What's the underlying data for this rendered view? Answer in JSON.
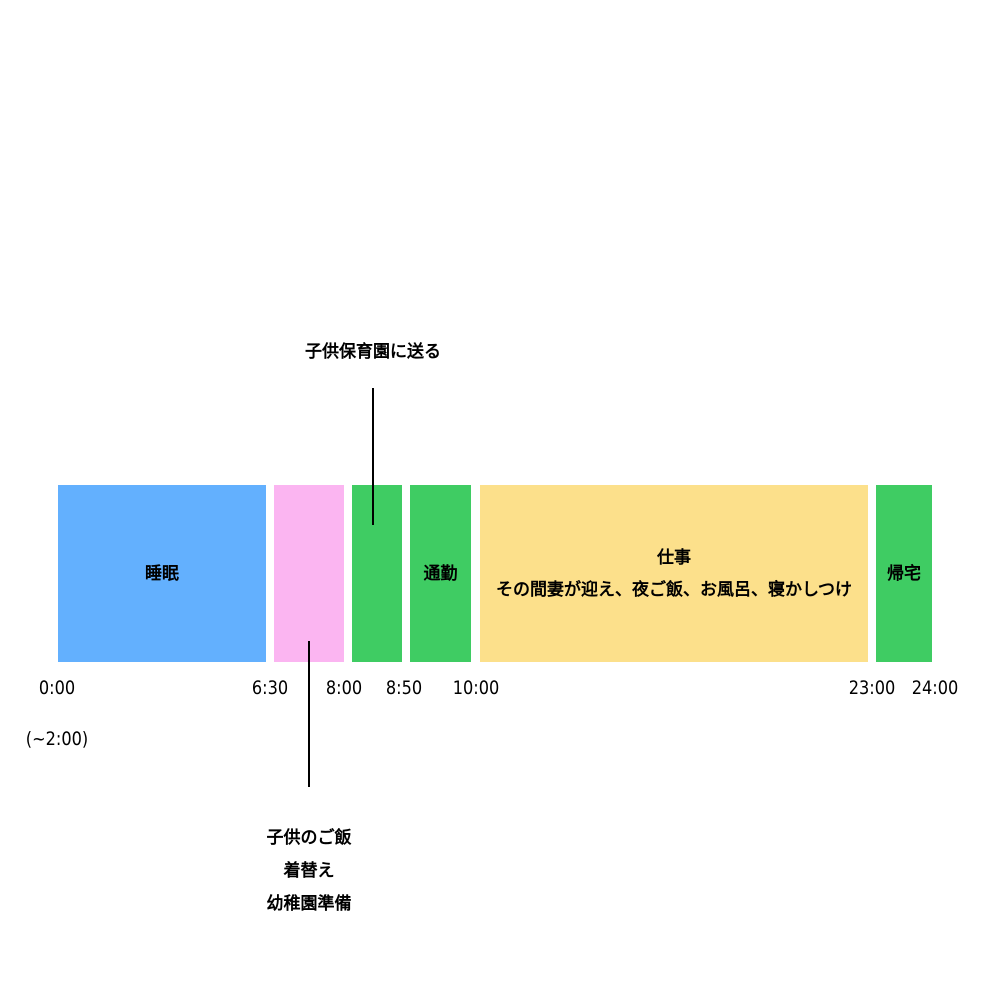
{
  "blocks": [
    {
      "id": "sleep",
      "label": "睡眠",
      "color": "#63b0fe"
    },
    {
      "id": "kid-prep",
      "label": "",
      "color": "#fbb5f1"
    },
    {
      "id": "drop-off",
      "label": "",
      "color": "#3fcc63"
    },
    {
      "id": "commute-am",
      "label": "通勤",
      "color": "#3fcc63"
    },
    {
      "id": "work",
      "line1": "仕事",
      "line2": "その間妻が迎え、夜ご飯、お風呂、寝かしつけ",
      "color": "#fce08b"
    },
    {
      "id": "home",
      "label": "帰宅",
      "color": "#3fcc63"
    }
  ],
  "ticks": [
    "0:00",
    "6:30",
    "8:00",
    "8:50",
    "10:00",
    "23:00",
    "24:00"
  ],
  "tick_sub": "(~2:00)",
  "callouts": {
    "top": {
      "text": "子供保育園に送る"
    },
    "bottom": {
      "line1": "子供のご飯",
      "line2": "着替え",
      "line3": "幼稚園準備"
    }
  }
}
